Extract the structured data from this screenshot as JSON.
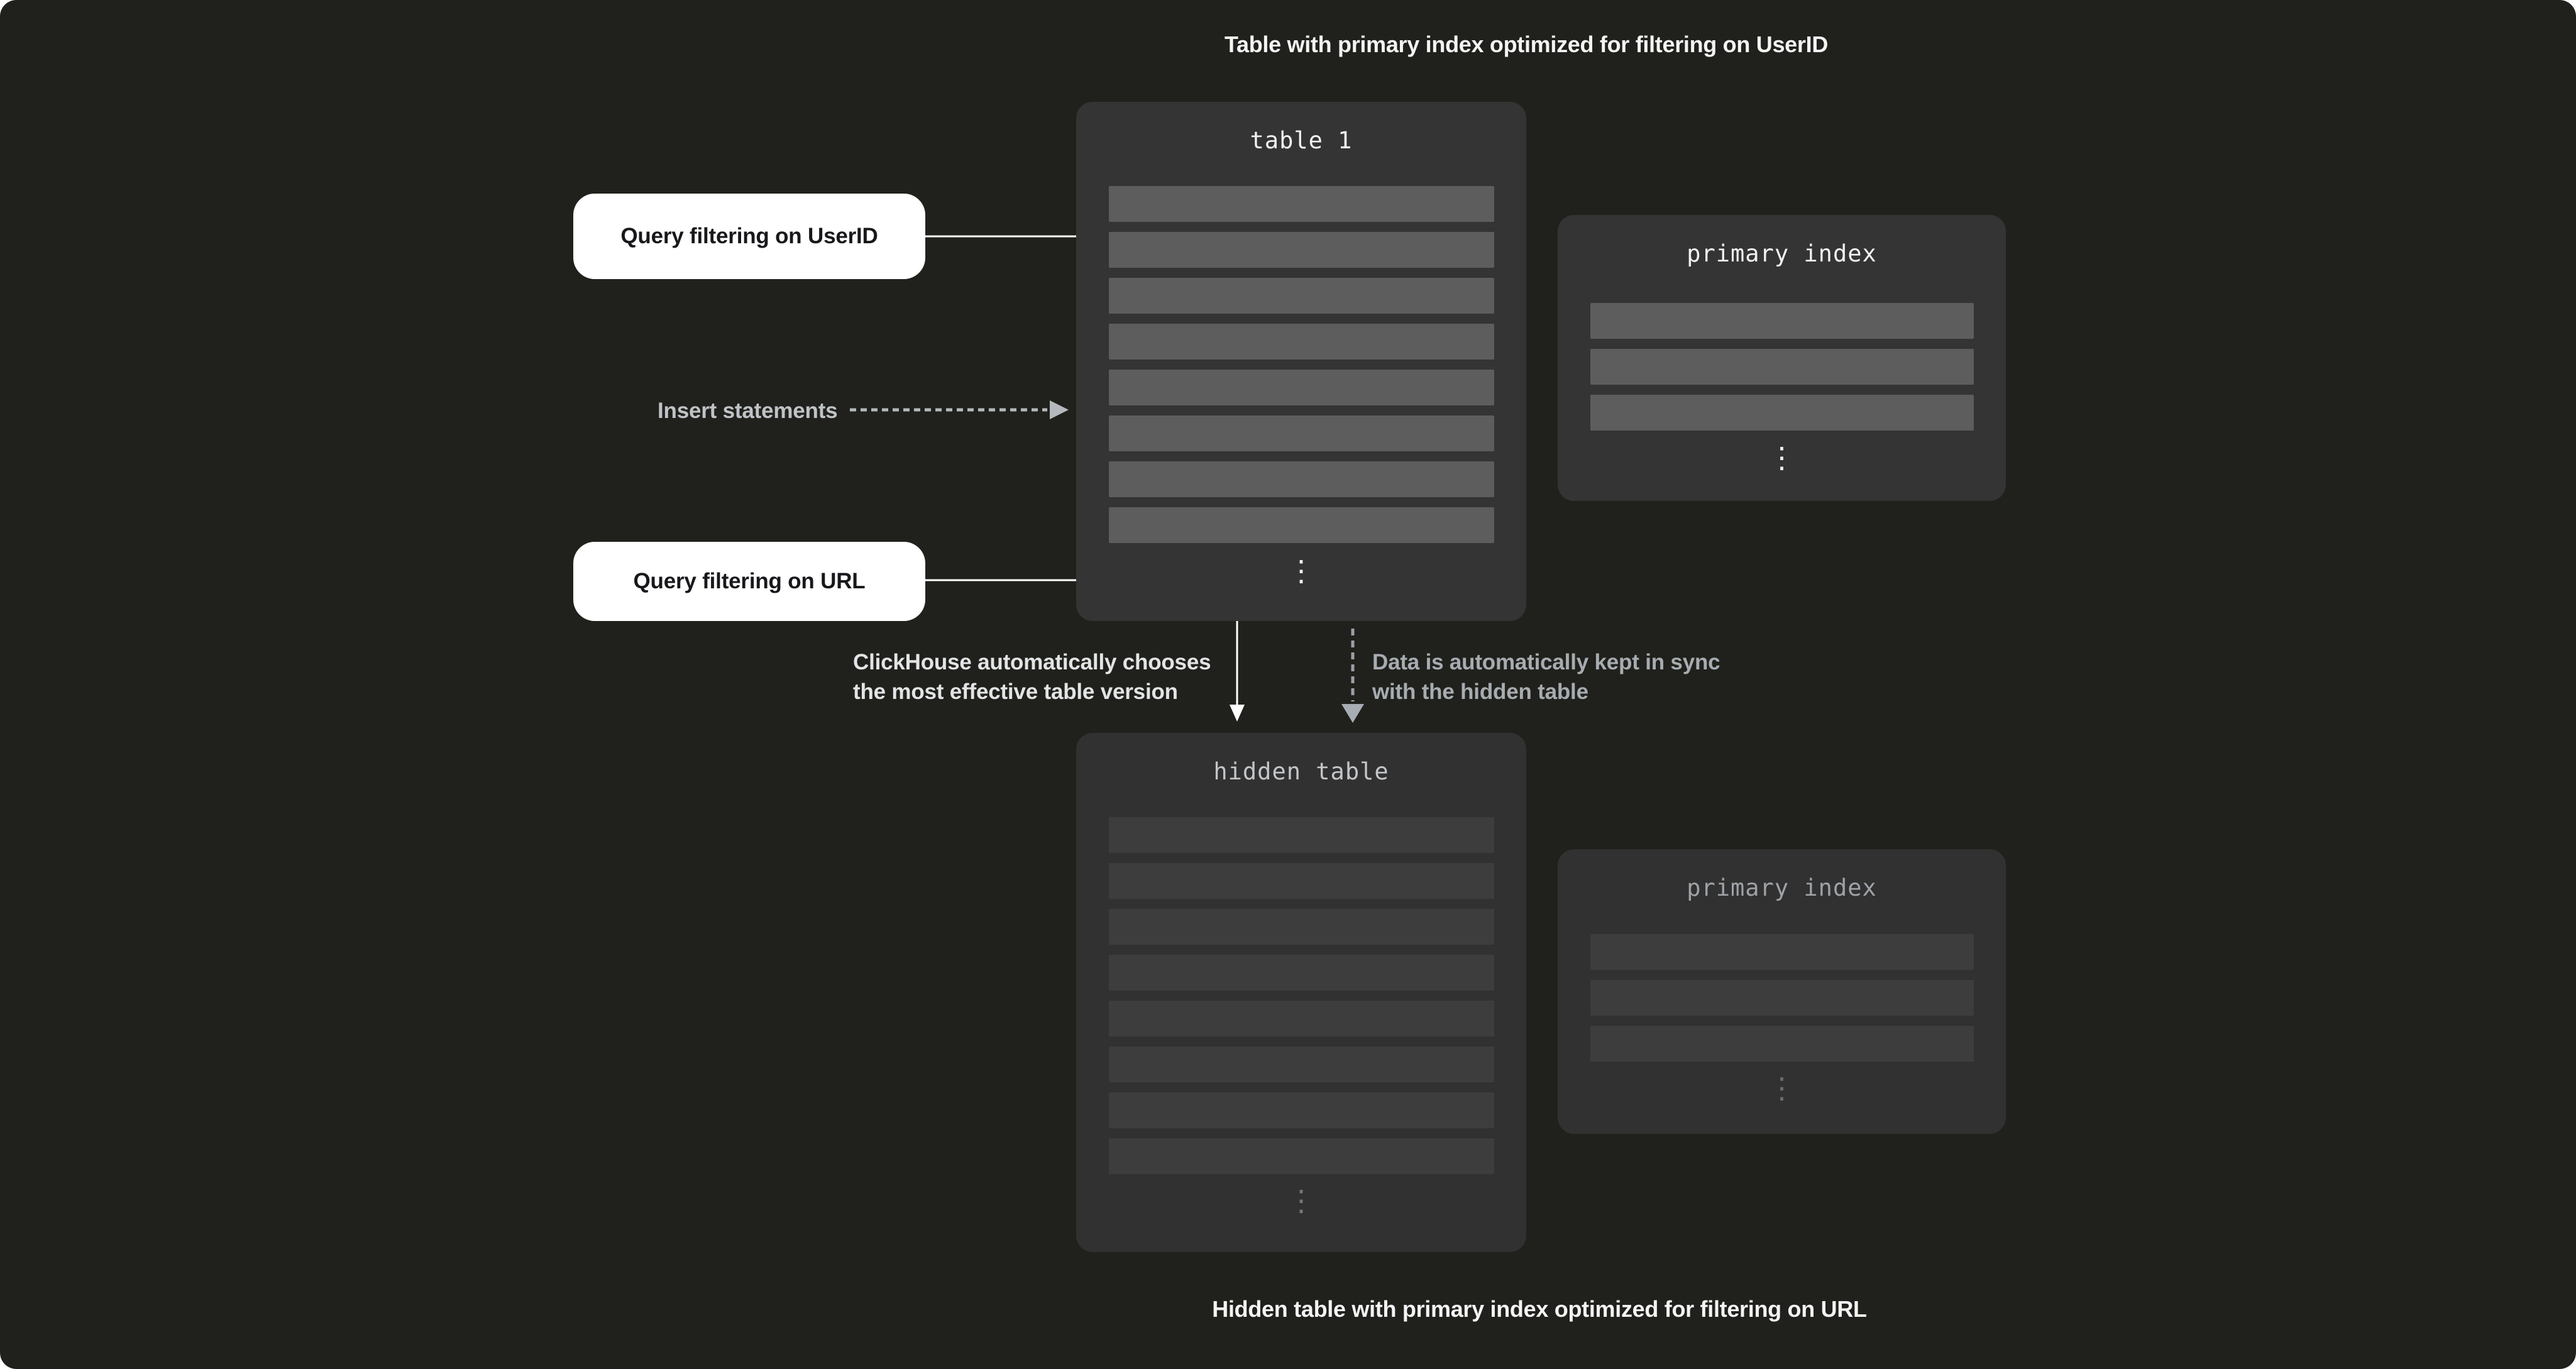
{
  "captions": {
    "top": "Table with primary index optimized for filtering on UserID",
    "bottom": "Hidden table with primary index optimized for filtering on URL"
  },
  "query_labels": {
    "userid": "Query filtering on UserID",
    "url": "Query filtering on URL"
  },
  "flow_labels": {
    "insert": "Insert statements",
    "chooses": [
      "ClickHouse automatically chooses",
      "the most effective table version"
    ],
    "sync": [
      "Data is automatically kept in sync",
      "with the hidden table"
    ]
  },
  "panels": {
    "table1": {
      "title": "table 1",
      "row_count": 8
    },
    "primary_index_top": {
      "title": "primary index",
      "row_count": 3
    },
    "hidden_table": {
      "title": "hidden table",
      "row_count": 8
    },
    "primary_index_bottom": {
      "title": "primary index",
      "row_count": 3
    }
  },
  "glyphs": {
    "vertical_ellipsis": "⋮"
  },
  "colors": {
    "background": "#20211c",
    "panel": "#343434",
    "panel_dim": "#313131",
    "row_bright": "#5d5d5d",
    "row_dim": "#3d3d3e",
    "accent_white": "#ffffff",
    "dashed_gray": "#9aa0a6",
    "muted_text": "#a7acb1"
  }
}
